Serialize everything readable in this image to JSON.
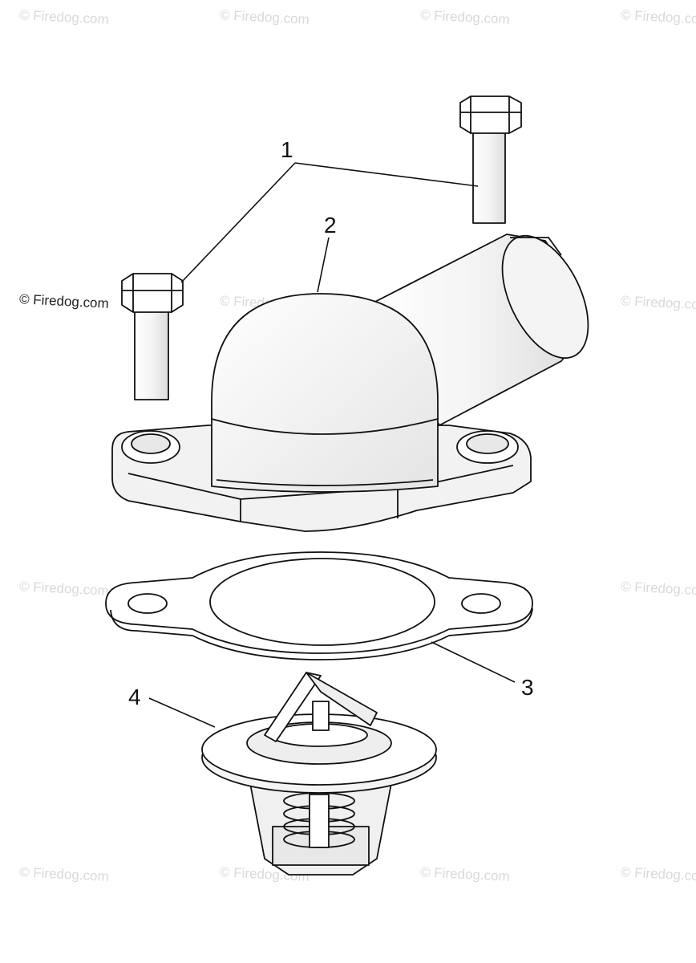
{
  "watermark": {
    "text": "© Firedog.com"
  },
  "callouts": [
    {
      "id": "1",
      "label": "1"
    },
    {
      "id": "2",
      "label": "2"
    },
    {
      "id": "3",
      "label": "3"
    },
    {
      "id": "4",
      "label": "4"
    }
  ],
  "colors": {
    "line": "#111111",
    "part_fill": "#ffffff",
    "shade": "#e9e9e9",
    "watermark": "#d9d9d9"
  }
}
